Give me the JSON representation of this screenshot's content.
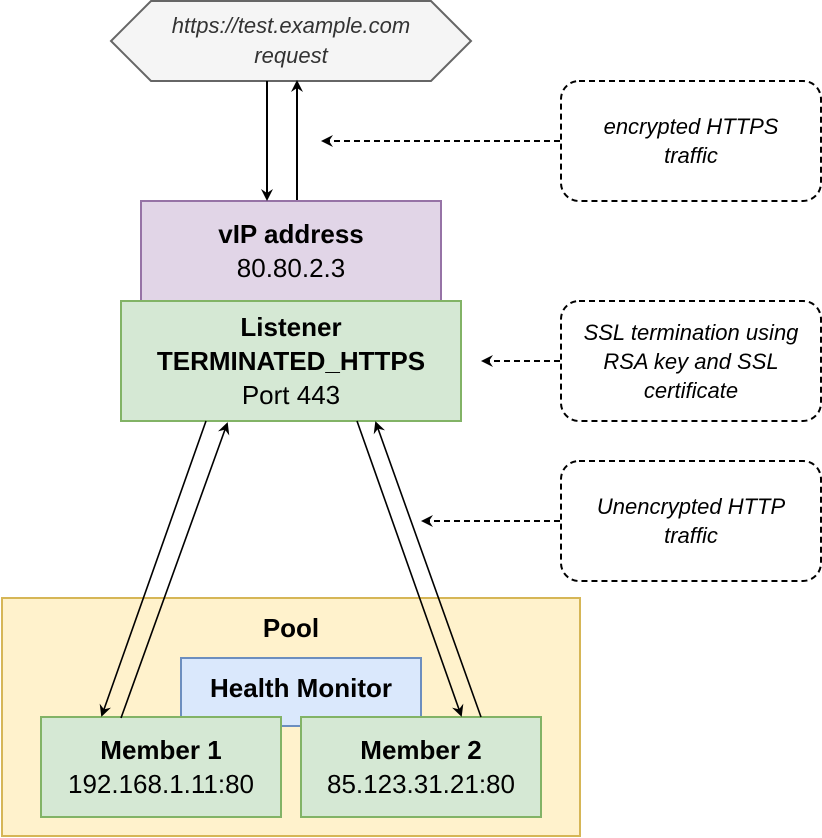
{
  "diagram": {
    "request": {
      "line1": "https://test.example.com",
      "line2": "request"
    },
    "vip": {
      "title": "vIP address",
      "value": "80.80.2.3"
    },
    "listener": {
      "title": "Listener",
      "protocol": "TERMINATED_HTTPS",
      "port": "Port 443"
    },
    "pool": {
      "title": "Pool",
      "health_monitor": "Health Monitor",
      "members": [
        {
          "title": "Member 1",
          "address": "192.168.1.11:80"
        },
        {
          "title": "Member 2",
          "address": "85.123.31.21:80"
        }
      ]
    },
    "annotations": [
      {
        "line1": "encrypted HTTPS",
        "line2": "traffic"
      },
      {
        "line1": "SSL termination using",
        "line2": "RSA key and SSL",
        "line3": "certificate"
      },
      {
        "line1": "Unencrypted HTTP",
        "line2": "traffic"
      }
    ],
    "colors": {
      "request_fill": "#f5f5f5",
      "request_stroke": "#666666",
      "vip_fill": "#e1d5e7",
      "vip_stroke": "#9673a6",
      "listener_fill": "#d5e8d4",
      "listener_stroke": "#82b366",
      "pool_fill": "#fff2cc",
      "pool_stroke": "#d6b656",
      "monitor_fill": "#dae8fc",
      "monitor_stroke": "#6c8ebf"
    }
  }
}
